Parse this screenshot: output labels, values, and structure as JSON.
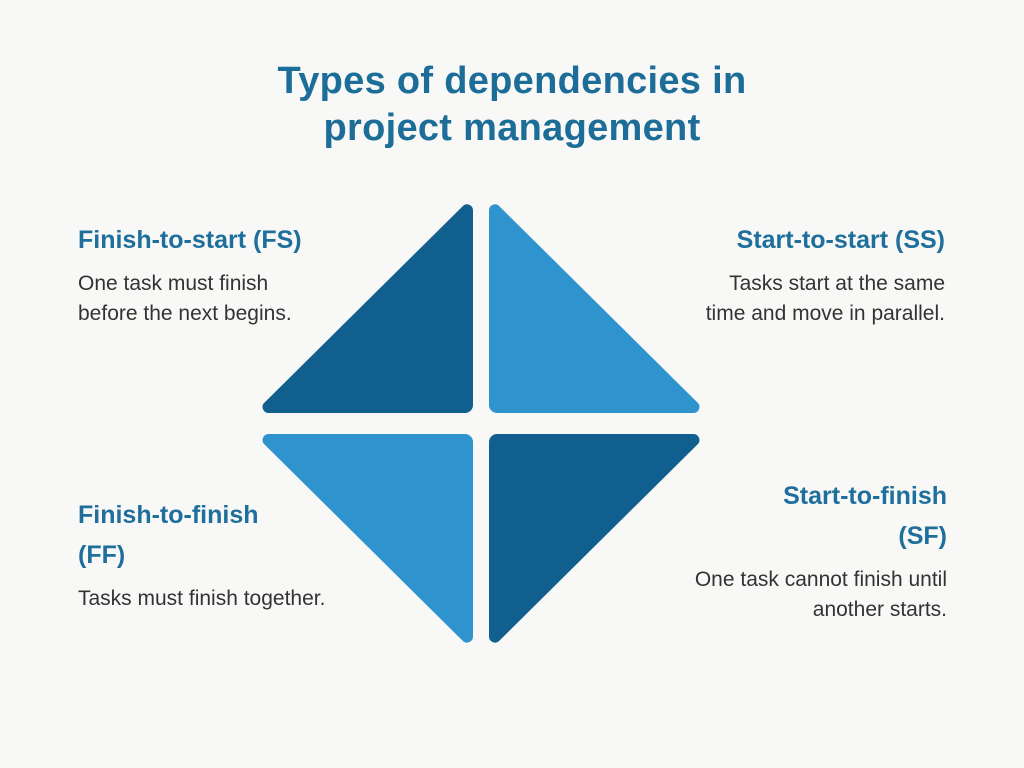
{
  "page": {
    "background_color": "#f8f8f7",
    "title": {
      "lines": [
        "Types of dependencies in",
        "project management"
      ],
      "color": "#1c6d98"
    }
  },
  "colors": {
    "dark_blue": "#105f8f",
    "light_blue": "#2f93ce",
    "heading_teal": "#1e6f9c",
    "body_text": "#333333"
  },
  "diagram": {
    "description": "Diamond built from four rounded right triangles around a cross-shaped gap",
    "quadrants": [
      {
        "position": "top-left",
        "color_role": "dark_blue"
      },
      {
        "position": "top-right",
        "color_role": "light_blue"
      },
      {
        "position": "bottom-left",
        "color_role": "light_blue"
      },
      {
        "position": "bottom-right",
        "color_role": "dark_blue"
      }
    ]
  },
  "dependency_types": [
    {
      "id": "finish-to-start",
      "heading_lines": [
        "Finish-to-start (FS)"
      ],
      "body_lines": [
        "One task must finish",
        "before the next begins."
      ]
    },
    {
      "id": "start-to-start",
      "heading_lines": [
        "Start-to-start (SS)"
      ],
      "body_lines": [
        "Tasks start at the same",
        "time and move in parallel."
      ]
    },
    {
      "id": "finish-to-finish",
      "heading_lines": [
        "Finish-to-finish",
        "(FF)"
      ],
      "body_lines": [
        "Tasks must finish together."
      ]
    },
    {
      "id": "start-to-finish",
      "heading_lines": [
        "Start-to-finish",
        "(SF)"
      ],
      "body_lines": [
        "One task cannot finish until",
        "another starts."
      ]
    }
  ]
}
